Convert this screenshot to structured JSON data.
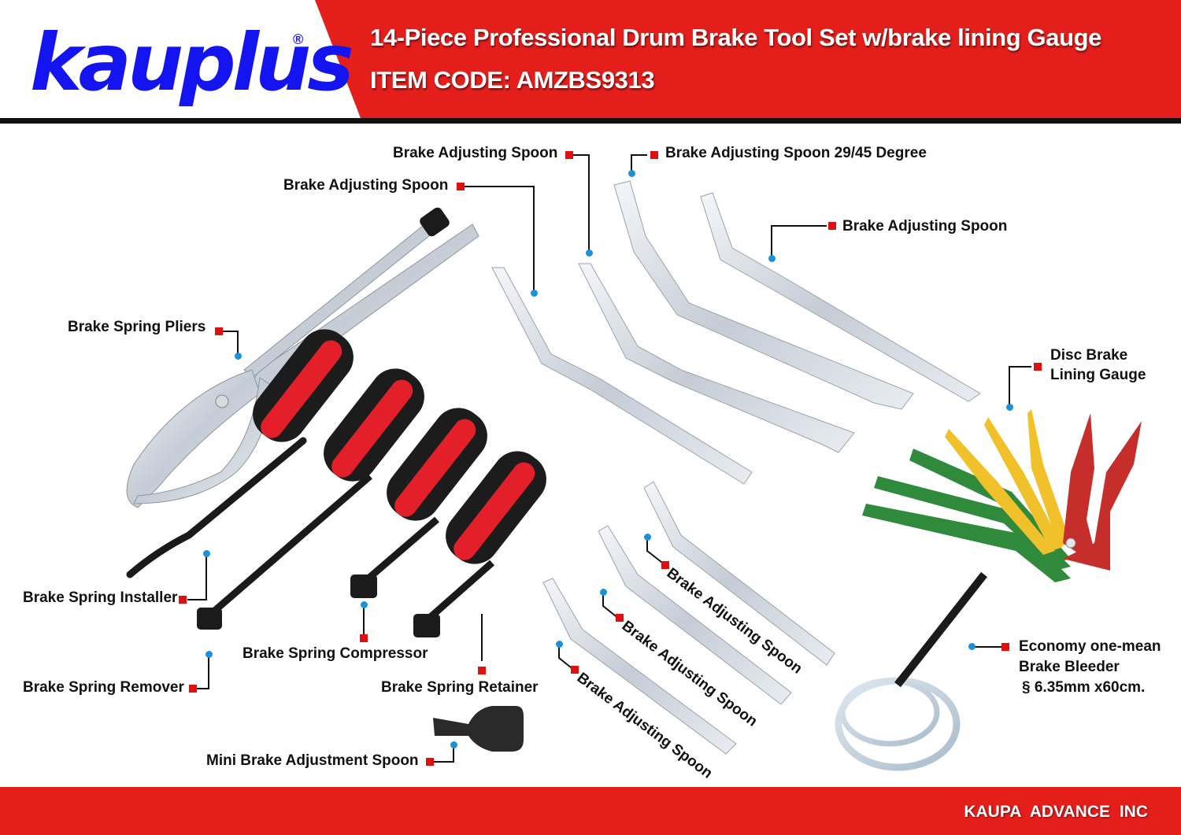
{
  "header": {
    "brand": "kauplus",
    "brand_mark": "®",
    "title": "14-Piece Professional Drum Brake Tool Set w/brake lining Gauge",
    "item_code": "ITEM CODE: AMZBS9313"
  },
  "labels": {
    "spoon_top_center": "Brake Adjusting Spoon",
    "spoon_29_45": "Brake Adjusting Spoon 29/45 Degree",
    "spoon_upper_left": "Brake Adjusting Spoon",
    "spoon_right": "Brake Adjusting Spoon",
    "spring_pliers": "Brake Spring Pliers",
    "disc_gauge_line1": "Disc Brake",
    "disc_gauge_line2": "Lining Gauge",
    "spring_installer": "Brake Spring Installer",
    "spring_compressor": "Brake Spring Compressor",
    "spring_remover": "Brake Spring Remover",
    "spring_retainer": "Brake Spring Retainer",
    "mini_spoon": "Mini Brake Adjustment Spoon",
    "spoon_lower_1": "Brake Adjusting Spoon",
    "spoon_lower_2": "Brake Adjusting Spoon",
    "spoon_lower_3": "Brake Adjusting Spoon",
    "bleeder_line1": "Economy one-mean",
    "bleeder_line2": "Brake Bleeder",
    "bleeder_line3": "§ 6.35mm x60cm."
  },
  "footer": {
    "company": "KAUPA  ADVANCE  INC"
  },
  "colors": {
    "brand_blue": "#1414f0",
    "banner_red": "#e41e1b",
    "marker_red": "#e0100f",
    "marker_blue": "#1e90d8"
  }
}
